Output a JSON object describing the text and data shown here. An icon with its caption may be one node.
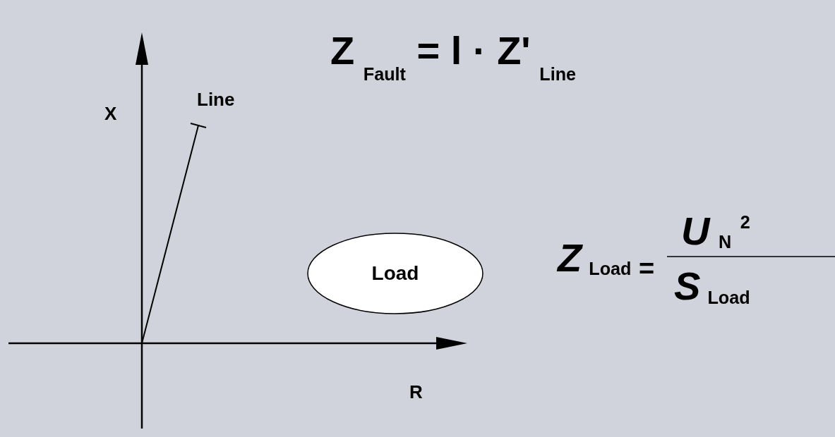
{
  "diagram": {
    "nodes": [
      {
        "text": [
          "Load"
        ]
      }
    ],
    "edges": [],
    "labels": [
      "Z$_{Fault}$ = l · Z'$_{Line}$",
      "X",
      "Line",
      "*Z*$_{Load}$",
      "=",
      "*U*$_{N}$$^{2}$",
      "*S*$_{Load}$",
      "R"
    ]
  }
}
